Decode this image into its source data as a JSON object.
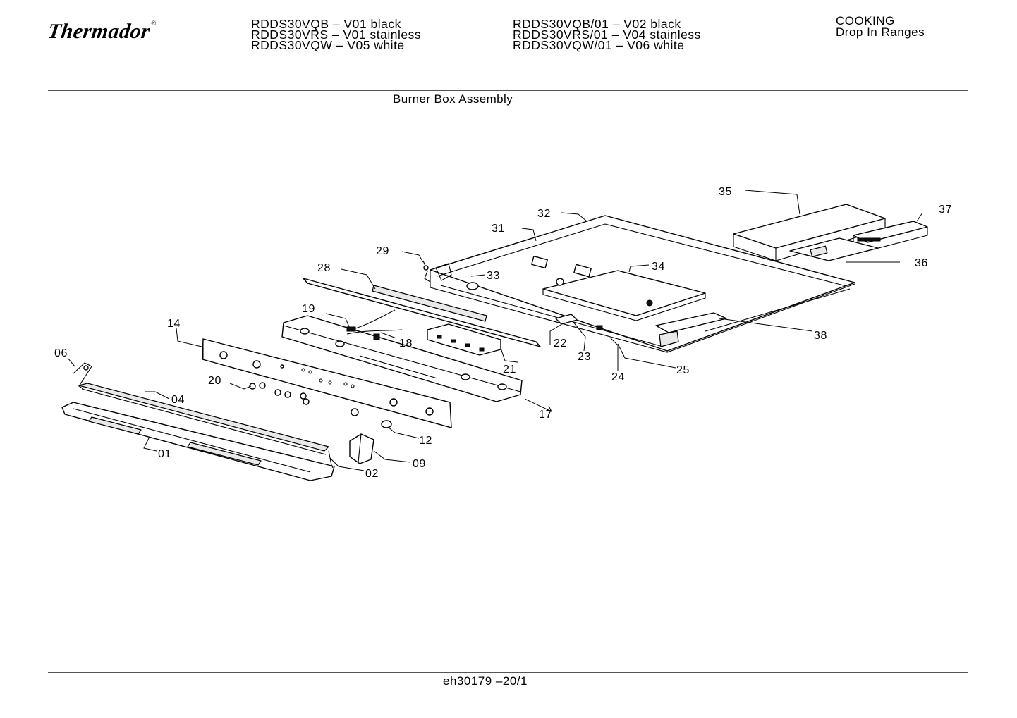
{
  "header": {
    "brand": "Thermador",
    "brand_mark": "®",
    "models_left": [
      "RDDS30VQB – V01 black",
      "RDDS30VRS – V01 stainless",
      "RDDS30VQW – V05 white"
    ],
    "models_right": [
      "RDDS30VQB/01 – V02 black",
      "RDDS30VRS/01 – V04 stainless",
      "RDDS30VQW/01 – V06 white"
    ],
    "category": "COOKING",
    "subcategory": "Drop In Ranges"
  },
  "section_title": "Burner Box Assembly",
  "part_labels": [
    "01",
    "02",
    "04",
    "06",
    "09",
    "12",
    "14",
    "17",
    "18",
    "19",
    "20",
    "21",
    "22",
    "23",
    "24",
    "25",
    "28",
    "29",
    "31",
    "32",
    "33",
    "34",
    "35",
    "36",
    "37",
    "38"
  ],
  "footer": "eh30179 –20/1"
}
